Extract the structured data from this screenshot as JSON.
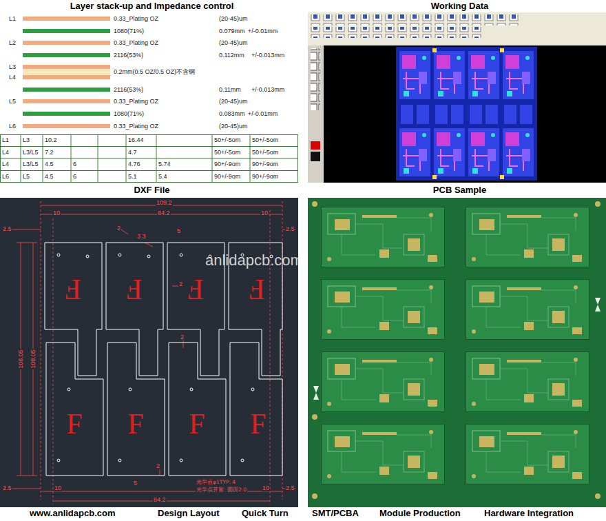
{
  "diagram": {
    "nodes": [
      {
        "text": [
          "Layer stack-up and Impedance control"
        ]
      },
      {
        "text": [
          "Working Data"
        ]
      },
      {
        "text": [
          "DXF File"
        ]
      },
      {
        "text": [
          "PCB Sample"
        ]
      }
    ],
    "labels": [
      "L1",
      "0.33_Plating OZ",
      "(20-45)um",
      "1080(71%)",
      "0.079mm",
      "+/-0.01mm",
      "L2",
      "0.33_Plating OZ",
      "(20-45)um",
      "2116(53%)",
      "0.112mm",
      "+/-0.013mm",
      "L3",
      "L4",
      "0.2mm(0.5 OZ/0.5 OZ)不含铜",
      "2116(53%)",
      "0.11mm",
      "+/-0.013mm",
      "L5",
      "0.33_Plating OZ",
      "(20-45)um",
      "1080(71%)",
      "0.083mm",
      "+/-0.01mm",
      "L6",
      "0.33_Plating OZ",
      "(20-45)um",
      "L1",
      "L3",
      "10.2",
      "16.44",
      "50+/-5om",
      "50+/-5om",
      "L4",
      "L3/L5",
      "7.2",
      "4.7",
      "50+/-5om",
      "50+/-5om",
      "L4",
      "L3/L5",
      "4.5",
      "6",
      "4.76",
      "5.74",
      "90+/-9om",
      "90+/-9om",
      "L6",
      "L5",
      "4.5",
      "6",
      "5.1",
      "5.4",
      "90+/-9om",
      "90+/-9om",
      "109.2",
      "84.2",
      "10",
      "10",
      "2.5",
      "2.5",
      "5",
      "2",
      "3.3",
      "2",
      "2",
      "106.05",
      "108.05",
      "F",
      "F",
      "F",
      "F",
      "F",
      "F",
      "F",
      "F",
      "2",
      "5",
      "2.5",
      "10",
      "10",
      "2.5",
      "84.2",
      "光学点φ1TYP: 4",
      "光学点开窗: 圆面2.0",
      "anlidapcb.com",
      "www.anlidapcb.com",
      "Design Layout",
      "Quick Turn",
      "SMT/PCBA",
      "Module Production",
      "Hardware Integration"
    ]
  }
}
